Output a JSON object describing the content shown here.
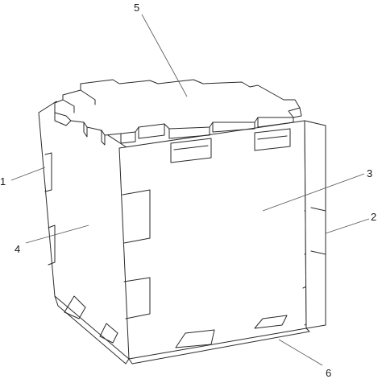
{
  "labels": {
    "1": "1",
    "2": "2",
    "3": "3",
    "4": "4",
    "5": "5",
    "6": "6"
  }
}
